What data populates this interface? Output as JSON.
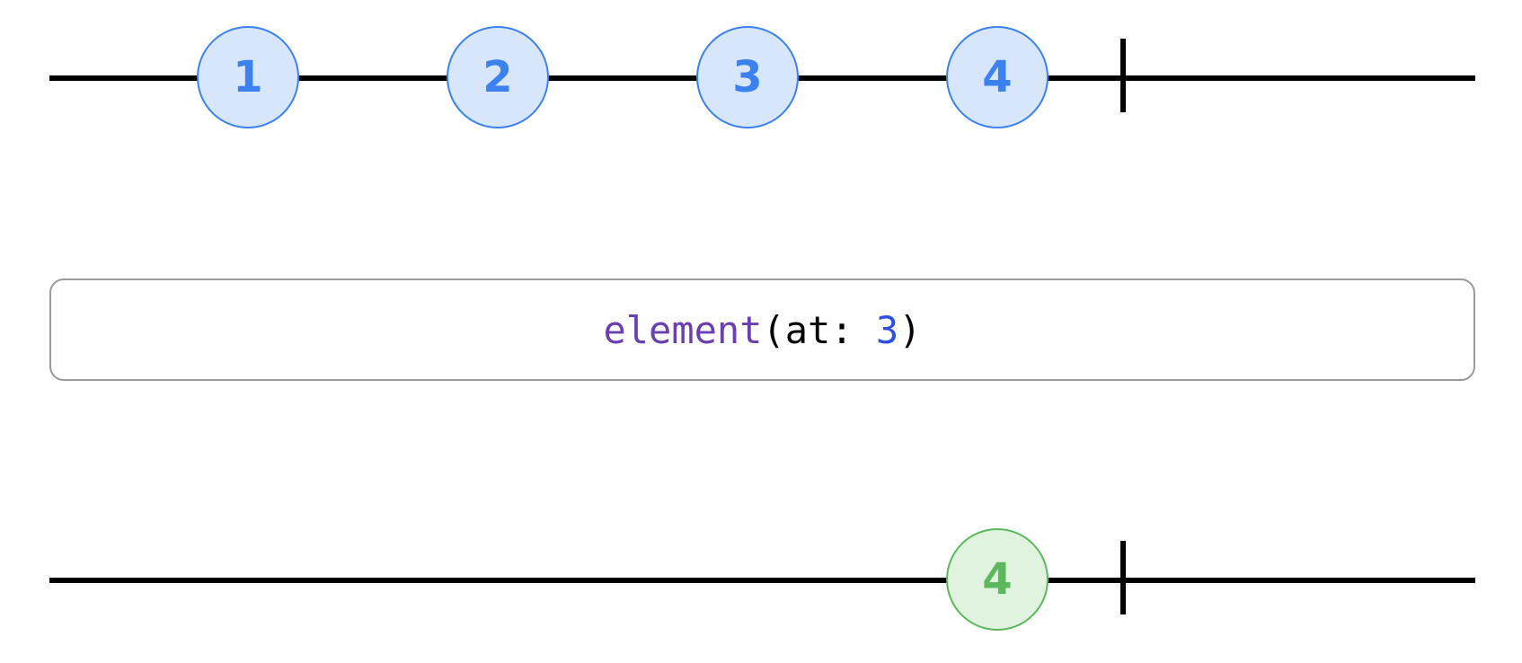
{
  "input_timeline": {
    "marbles": [
      "1",
      "2",
      "3",
      "4"
    ],
    "color": "#3b82f0"
  },
  "operator": {
    "function_name": "element",
    "open_paren_label": "(at: ",
    "argument": "3",
    "close_paren": ")"
  },
  "output_timeline": {
    "marbles": [
      "4"
    ],
    "color": "#5cb85c"
  }
}
